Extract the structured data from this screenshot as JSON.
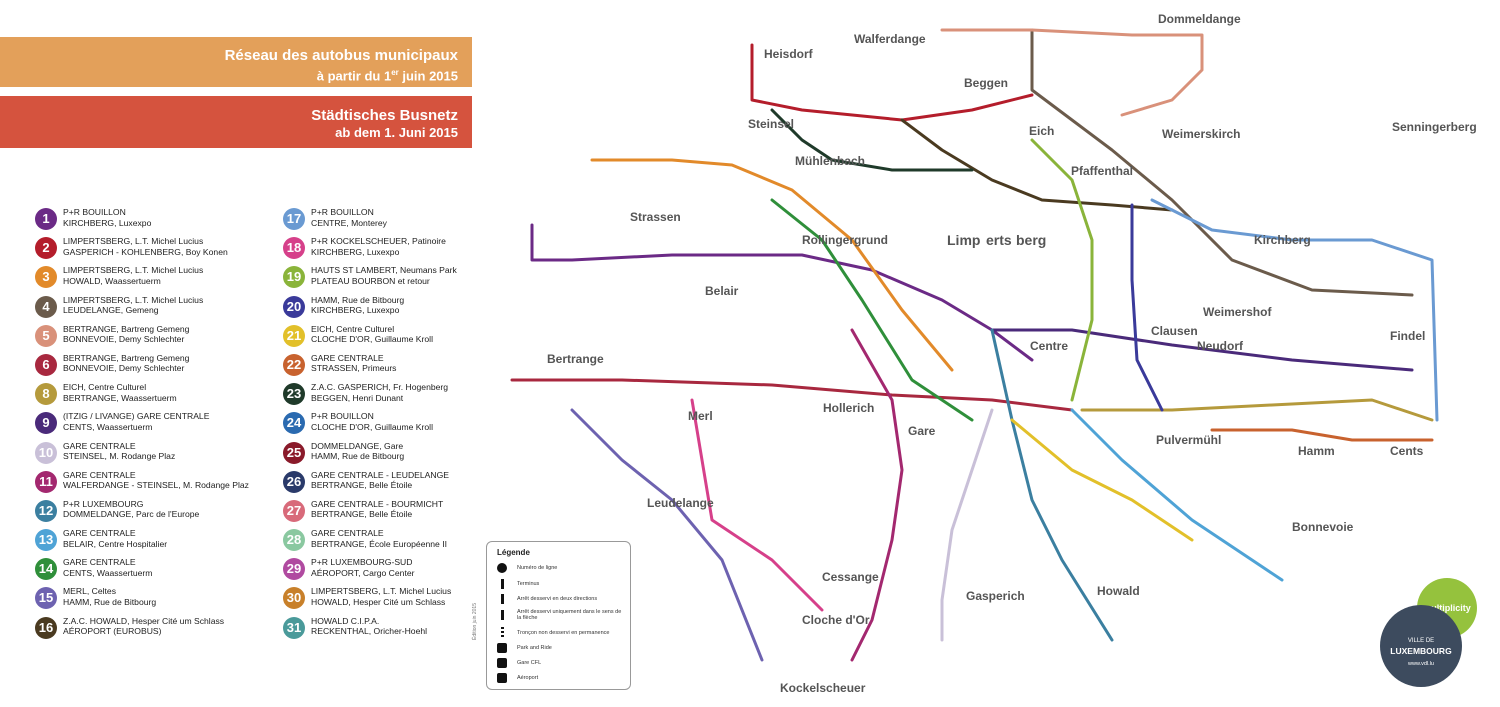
{
  "header": {
    "fr_title": "Réseau des autobus municipaux",
    "fr_date_pre": "à partir du 1",
    "fr_date_sup": "er",
    "fr_date_post": " juin 2015",
    "de_title": "Städtisches Busnetz",
    "de_date": "ab dem 1. Juni 2015"
  },
  "lines_left": [
    {
      "num": "1",
      "color": "#6b2a86",
      "l1": "P+R BOUILLON",
      "l2": "KIRCHBERG, Luxexpo"
    },
    {
      "num": "2",
      "color": "#b41d2b",
      "l1": "LIMPERTSBERG, L.T. Michel Lucius",
      "l2": "GASPERICH - KOHLENBERG, Boy Konen"
    },
    {
      "num": "3",
      "color": "#e28a2a",
      "l1": "LIMPERTSBERG, L.T. Michel Lucius",
      "l2": "HOWALD, Waassertuerm"
    },
    {
      "num": "4",
      "color": "#6b5b4b",
      "l1": "LIMPERTSBERG, L.T. Michel Lucius",
      "l2": "LEUDELANGE, Gemeng"
    },
    {
      "num": "5",
      "color": "#d9917a",
      "l1": "BERTRANGE, Bartreng Gemeng",
      "l2": "BONNEVOIE, Demy Schlechter"
    },
    {
      "num": "6",
      "color": "#a8283f",
      "l1": "BERTRANGE, Bartreng Gemeng",
      "l2": "BONNEVOIE, Demy Schlechter"
    },
    {
      "num": "8",
      "color": "#b59a3c",
      "l1": "EICH, Centre Culturel",
      "l2": "BERTRANGE, Waassertuerm"
    },
    {
      "num": "9",
      "color": "#4a2a7a",
      "l1": "(ITZIG / LIVANGE) GARE CENTRALE",
      "l2": "CENTS, Waassertuerm"
    },
    {
      "num": "10",
      "color": "#c9c0d8",
      "l1": "GARE CENTRALE",
      "l2": "STEINSEL, M. Rodange Plaz"
    },
    {
      "num": "11",
      "color": "#a3286f",
      "l1": "GARE CENTRALE",
      "l2": "WALFERDANGE - STEINSEL, M. Rodange Plaz"
    },
    {
      "num": "12",
      "color": "#3b7fa0",
      "l1": "P+R LUXEMBOURG",
      "l2": "DOMMELDANGE, Parc de l'Europe"
    },
    {
      "num": "13",
      "color": "#4fa3d6",
      "l1": "GARE CENTRALE",
      "l2": "BELAIR, Centre Hospitalier"
    },
    {
      "num": "14",
      "color": "#2f8f3a",
      "l1": "GARE CENTRALE",
      "l2": "CENTS, Waassertuerm"
    },
    {
      "num": "15",
      "color": "#6d62b0",
      "l1": "MERL, Celtes",
      "l2": "HAMM, Rue de Bitbourg"
    },
    {
      "num": "16",
      "color": "#4a3a20",
      "l1": "Z.A.C. HOWALD, Hesper Cité um Schlass",
      "l2": "AÉROPORT (EUROBUS)"
    }
  ],
  "lines_right": [
    {
      "num": "17",
      "color": "#6a9ad2",
      "l1": "P+R BOUILLON",
      "l2": "CENTRE, Monterey"
    },
    {
      "num": "18",
      "color": "#d6408a",
      "l1": "P+R KOCKELSCHEUER, Patinoire",
      "l2": "KIRCHBERG, Luxexpo"
    },
    {
      "num": "19",
      "color": "#8ab43a",
      "l1": "HAUTS ST LAMBERT, Neumans Park",
      "l2": "PLATEAU BOURBON et retour"
    },
    {
      "num": "20",
      "color": "#3a3a9a",
      "l1": "HAMM, Rue de Bitbourg",
      "l2": "KIRCHBERG, Luxexpo"
    },
    {
      "num": "21",
      "color": "#e2c02a",
      "l1": "EICH, Centre Culturel",
      "l2": "CLOCHE D'OR, Guillaume Kroll"
    },
    {
      "num": "22",
      "color": "#c8622e",
      "l1": "GARE CENTRALE",
      "l2": "STRASSEN, Primeurs"
    },
    {
      "num": "23",
      "color": "#1f3a2a",
      "l1": "Z.A.C. GASPERICH, Fr. Hogenberg",
      "l2": "BEGGEN, Henri Dunant"
    },
    {
      "num": "24",
      "color": "#2a6ab0",
      "l1": "P+R BOUILLON",
      "l2": "CLOCHE D'OR, Guillaume Kroll"
    },
    {
      "num": "25",
      "color": "#8a1a2a",
      "l1": "DOMMELDANGE, Gare",
      "l2": "HAMM, Rue de Bitbourg"
    },
    {
      "num": "26",
      "color": "#2a3a6a",
      "l1": "GARE CENTRALE - LEUDELANGE",
      "l2": "BERTRANGE, Belle Étoile"
    },
    {
      "num": "27",
      "color": "#d86a7a",
      "l1": "GARE CENTRALE - BOURMICHT",
      "l2": "BERTRANGE, Belle Étoile"
    },
    {
      "num": "28",
      "color": "#8ac8a0",
      "l1": "GARE CENTRALE",
      "l2": "BERTRANGE, École Européenne II"
    },
    {
      "num": "29",
      "color": "#b04aa0",
      "l1": "P+R LUXEMBOURG-SUD",
      "l2": "AÉROPORT, Cargo Center"
    },
    {
      "num": "30",
      "color": "#c8802a",
      "l1": "LIMPERTSBERG, L.T. Michel Lucius",
      "l2": "HOWALD, Hesper Cité um Schlass"
    },
    {
      "num": "31",
      "color": "#4a9a9a",
      "l1": "HOWALD C.I.P.A.",
      "l2": "RECKENTHAL, Oricher-Hoehl"
    }
  ],
  "districts": {
    "dommeldange": "Dommeldange",
    "walferdange": "Walferdange",
    "heisdorf": "Heisdorf",
    "beggen": "Beggen",
    "steinsel": "Steinsel",
    "eich": "Eich",
    "weimerskirch": "Weimerskirch",
    "senningerberg": "Senningerberg",
    "muhlenbach": "Mühlenbach",
    "pfaffenthal": "Pfaffenthal",
    "strassen": "Strassen",
    "rollingergrund": "Rollingergrund",
    "limp": "Limp",
    "erts": "erts",
    "berg": "berg",
    "kirchberg": "Kirchberg",
    "belair": "Belair",
    "weimershof": "Weimershof",
    "clausen": "Clausen",
    "centre": "Centre",
    "neudorf": "Neudorf",
    "findel": "Findel",
    "bertrange": "Bertrange",
    "merl": "Merl",
    "hollerich": "Hollerich",
    "gare": "Gare",
    "pulvermuhl": "Pulvermühl",
    "hamm": "Hamm",
    "cents": "Cents",
    "leudelange": "Leudelange",
    "bonnevoie": "Bonnevoie",
    "cessange": "Cessange",
    "gasperich": "Gasperich",
    "howald": "Howald",
    "clochedor": "Cloche d'Or",
    "kockelscheuer": "Kockelscheuer"
  },
  "legend": {
    "title": "Légende",
    "items": [
      "Numéro de ligne",
      "Terminus",
      "Arrêt desservi en deux directions",
      "Arrêt desservi uniquement dans le sens de la flèche",
      "Tronçon non desservi en permanence",
      "Park and Ride",
      "Gare CFL",
      "Aéroport"
    ]
  },
  "footer": {
    "edition": "Édition juin 2015",
    "multiplicity": "multiplicity",
    "vdl_top": "VILLE DE",
    "vdl_name": "LUXEMBOURG",
    "vdl_url": "www.vdl.lu"
  }
}
